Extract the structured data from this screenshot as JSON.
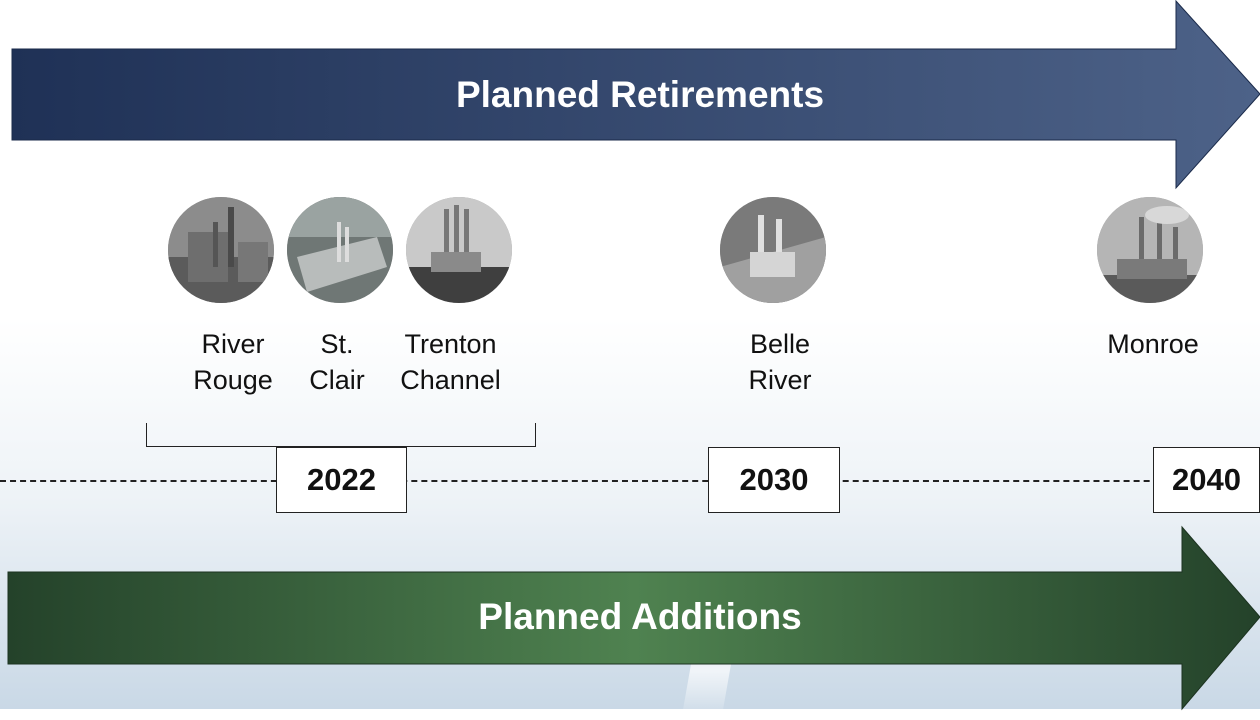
{
  "retirements": {
    "label": "Planned Retirements",
    "color_start": "#1f3156",
    "color_end": "#4d6288"
  },
  "additions": {
    "label": "Planned Additions",
    "color_start": "#24422a",
    "color_end": "#4f8250"
  },
  "timeline": {
    "years": [
      "2022",
      "2030",
      "2040"
    ]
  },
  "plants": [
    {
      "line1": "River",
      "line2": "Rouge",
      "year": "2022"
    },
    {
      "line1": "St.",
      "line2": "Clair",
      "year": "2022"
    },
    {
      "line1": "Trenton",
      "line2": "Channel",
      "year": "2022"
    },
    {
      "line1": "Belle",
      "line2": "River",
      "year": "2030"
    },
    {
      "line1": "Monroe",
      "line2": "",
      "year": "2040"
    }
  ]
}
